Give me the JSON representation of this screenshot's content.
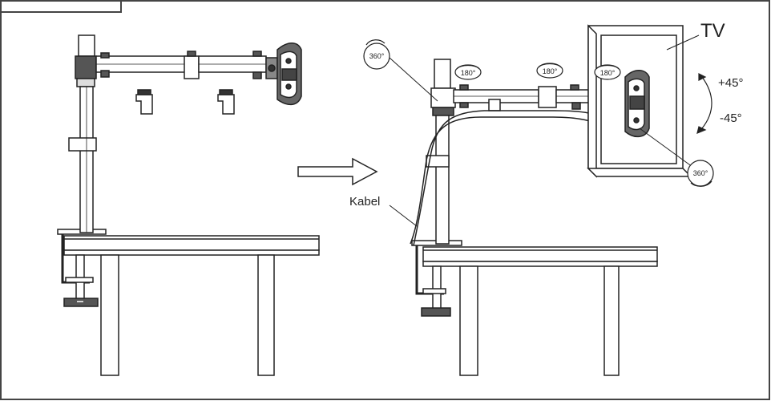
{
  "labels": {
    "tv": "TV",
    "cable": "Kabel",
    "tilt_up": "+45°",
    "tilt_down": "-45°"
  },
  "rotation_badges": [
    "360°",
    "180°",
    "180°",
    "180°",
    "360°"
  ],
  "colors": {
    "line": "#222222",
    "fill_dark": "#333333",
    "fill_mid": "#bbbbbb",
    "background": "#ffffff"
  },
  "icons": [
    "arrow-right-icon",
    "rotate-arrow-icon",
    "tilt-arc-icon"
  ]
}
